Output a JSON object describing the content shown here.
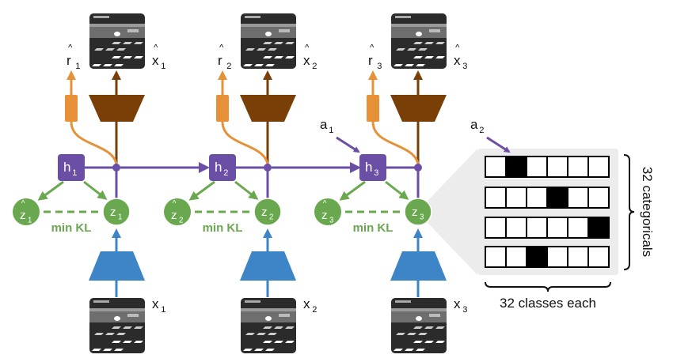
{
  "colors": {
    "latent_state": "#6b4ea6",
    "stochastic": "#6aa84f",
    "reward": "#e69138",
    "decoder": "#7a3f06",
    "encoder": "#3d85c6",
    "panel": "#ececec"
  },
  "timesteps": [
    {
      "h": "h",
      "h_sub": "1",
      "z": "z",
      "z_sub": "1",
      "zhat": "z",
      "zhat_sub": "1",
      "rhat": "r",
      "rhat_sub": "1",
      "xhat": "x",
      "xhat_sub": "1",
      "x": "x",
      "x_sub": "1",
      "kl": "min KL",
      "action": null,
      "action_sub": null
    },
    {
      "h": "h",
      "h_sub": "2",
      "z": "z",
      "z_sub": "2",
      "zhat": "z",
      "zhat_sub": "2",
      "rhat": "r",
      "rhat_sub": "2",
      "xhat": "x",
      "xhat_sub": "2",
      "x": "x",
      "x_sub": "2",
      "kl": "min KL",
      "action": "a",
      "action_sub": "1"
    },
    {
      "h": "h",
      "h_sub": "3",
      "z": "z",
      "z_sub": "3",
      "zhat": "z",
      "zhat_sub": "3",
      "rhat": "r",
      "rhat_sub": "3",
      "xhat": "x",
      "xhat_sub": "3",
      "x": "x",
      "x_sub": "3",
      "kl": "min KL",
      "action": "a",
      "action_sub": "2"
    }
  ],
  "hat_symbol": "^",
  "categorical_panel": {
    "one_hot_rows": [
      1,
      3,
      5,
      2
    ],
    "num_classes_shown": 6,
    "rows_label": "32 categoricals",
    "classes_label": "32 classes each"
  }
}
